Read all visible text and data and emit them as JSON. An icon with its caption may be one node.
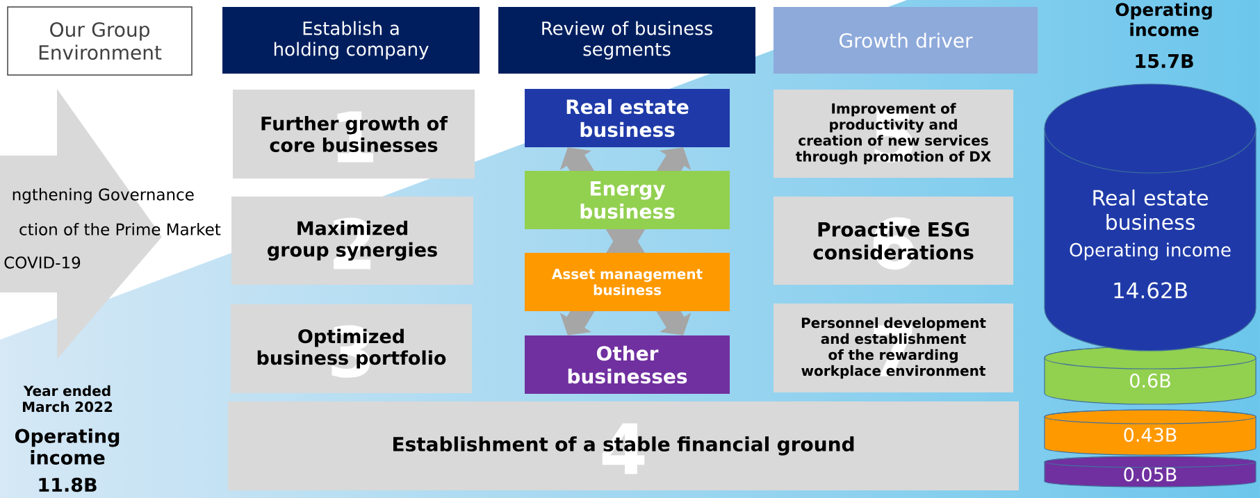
{
  "diagram": {
    "nodes": [
      {
        "text": [
          "Our Group Environment"
        ]
      },
      {
        "text": [
          "Establish a holding company"
        ]
      },
      {
        "text": [
          "Review of business segments"
        ]
      },
      {
        "text": [
          "Growth driver"
        ]
      },
      {
        "text": [
          "ngthening Governance",
          "ction of the Prime Market",
          "COVID-19"
        ]
      },
      {
        "text": [
          "Further growth of core businesses",
          "1"
        ]
      },
      {
        "text": [
          "Maximized group synergies",
          "2"
        ]
      },
      {
        "text": [
          "Optimized business portfolio",
          "3"
        ]
      },
      {
        "text": [
          "Establishment of a stable financial ground",
          "4"
        ]
      },
      {
        "text": [
          "Real estate business"
        ]
      },
      {
        "text": [
          "Energy business"
        ]
      },
      {
        "text": [
          "Asset management business"
        ]
      },
      {
        "text": [
          "Other businesses"
        ]
      },
      {
        "text": [
          "Improvement of productivity and creation of new services through promotion of DX",
          "5"
        ]
      },
      {
        "text": [
          "Proactive ESG considerations",
          "6"
        ]
      },
      {
        "text": [
          "Personnel development and establishment of the rewarding workplace environment",
          "7"
        ]
      },
      {
        "text": [
          "Real estate business",
          "Operating income",
          "14.62B"
        ]
      },
      {
        "text": [
          "0.6B"
        ]
      },
      {
        "text": [
          "0.43B"
        ]
      },
      {
        "text": [
          "0.05B"
        ]
      }
    ],
    "edges": [
      {
        "from": 9,
        "to": 12,
        "arrow": "both"
      },
      {
        "from": 9,
        "to": 12,
        "arrow": "both"
      }
    ],
    "labels": [
      "Year ended March 2022",
      "Operating income",
      "11.8B",
      "Operating income",
      "15.7B"
    ]
  }
}
